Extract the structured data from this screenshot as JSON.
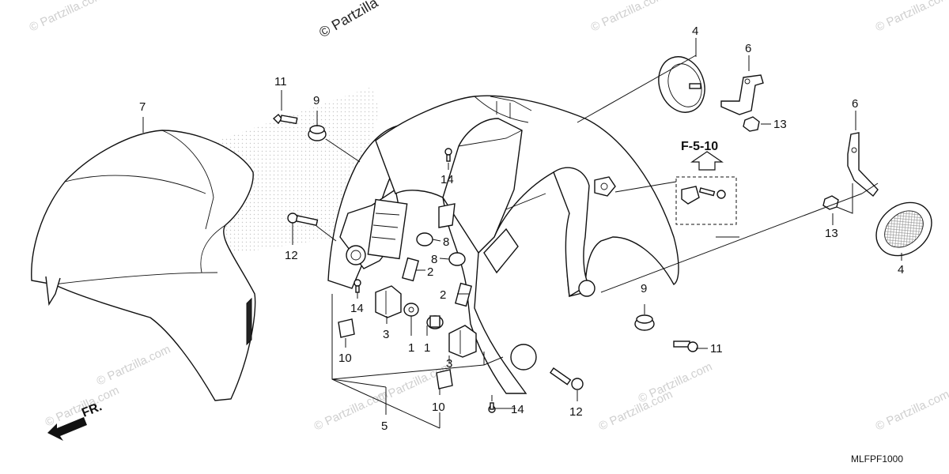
{
  "watermarks": {
    "top_label": "© Partzilla",
    "tile": "© Partzilla.com"
  },
  "reference": {
    "label": "F-5-10"
  },
  "front_indicator": {
    "label": "FR."
  },
  "diagram_code": "MLFPF1000",
  "callouts": {
    "c7": "7",
    "c11a": "11",
    "c9a": "9",
    "c12a": "12",
    "c14a": "14",
    "c14b": "14",
    "c8a": "8",
    "c8b": "8",
    "c2a": "2",
    "c2b": "2",
    "c3a": "3",
    "c3b": "3",
    "c1a": "1",
    "c1b": "1",
    "c10a": "10",
    "c10b": "10",
    "c5": "5",
    "c14c": "14",
    "c12b": "12",
    "c9b": "9",
    "c11b": "11",
    "c4a": "4",
    "c6a": "6",
    "c13a": "13",
    "c6b": "6",
    "c13b": "13",
    "c4b": "4"
  }
}
